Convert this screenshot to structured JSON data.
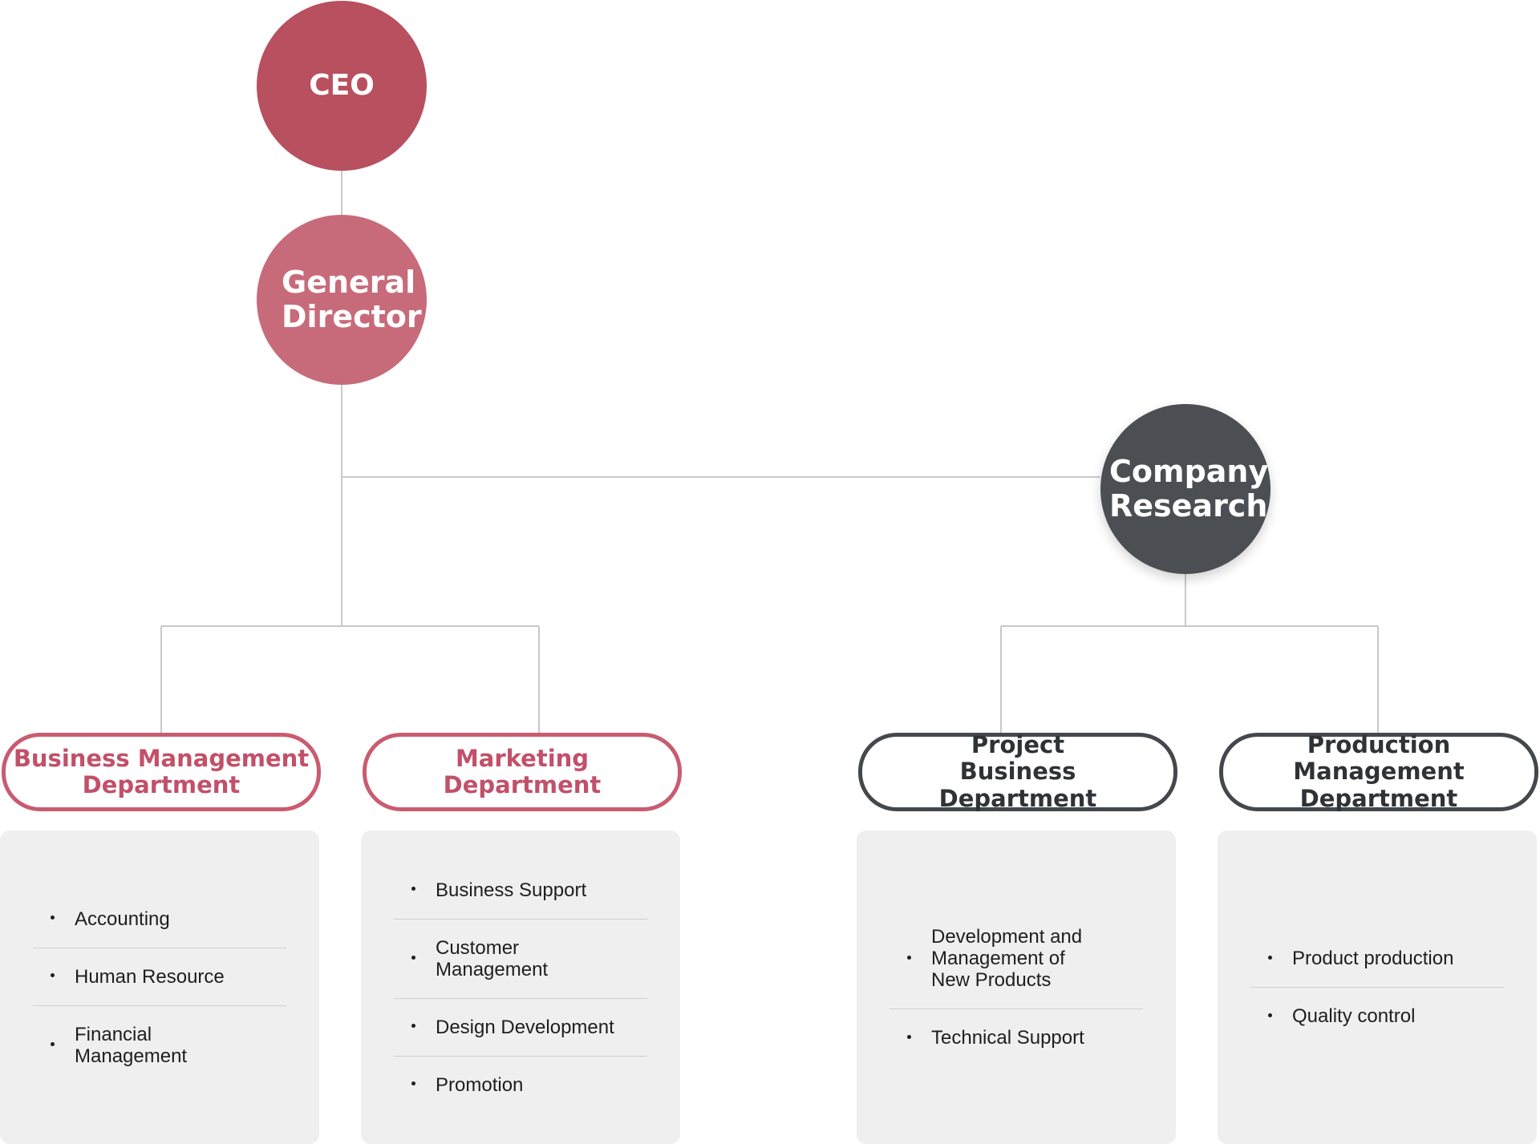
{
  "nodes": {
    "ceo": {
      "label": "CEO",
      "color": "#b8505f"
    },
    "general_director": {
      "label": "General Director",
      "color": "#c76b7a"
    },
    "company_research": {
      "label": "Company Research",
      "color": "#4b4f54"
    }
  },
  "departments": [
    {
      "title": "Business Management Department",
      "style": "pink",
      "items": [
        "Accounting",
        "Human Resource",
        "Financial Management"
      ]
    },
    {
      "title": "Marketing Department",
      "style": "pink",
      "items": [
        "Business Support",
        "Customer Management",
        "Design Development",
        "Promotion"
      ]
    },
    {
      "title": "Project Business Department",
      "style": "dark",
      "items": [
        "Development and Management of New Products",
        "Technical Support"
      ]
    },
    {
      "title": "Production Management Department",
      "style": "dark",
      "items": [
        "Product production",
        "Quality control"
      ]
    }
  ],
  "colors": {
    "pink_border": "#c95c70",
    "dark_border": "#44484d",
    "panel_bg": "#efefef",
    "connector": "#c8c8c8"
  }
}
